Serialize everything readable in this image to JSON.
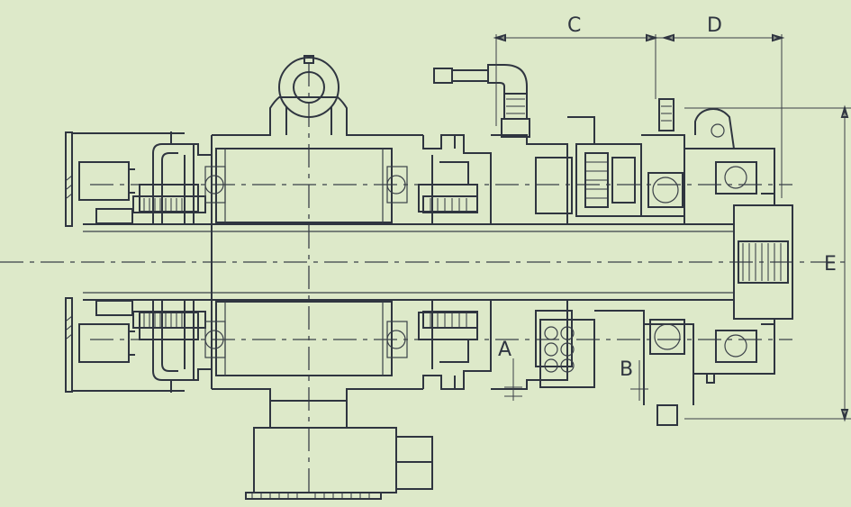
{
  "labels": {
    "c": "C",
    "d": "D",
    "e": "E",
    "a": "A",
    "b": "B"
  },
  "colors": {
    "background": "#dde9c9",
    "line": "#2f3540"
  }
}
